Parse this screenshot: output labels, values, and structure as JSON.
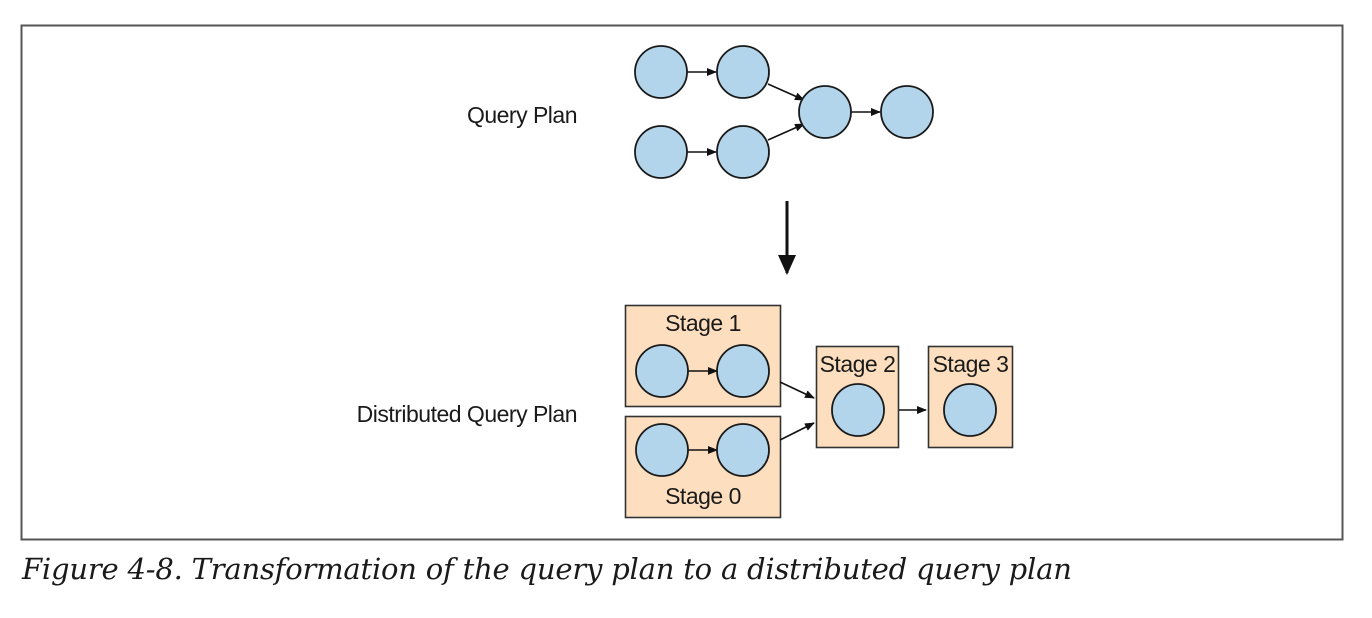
{
  "figure": {
    "caption": "Figure 4-8. Transformation of the query plan to a distributed query plan",
    "colors": {
      "frame": "#555555",
      "node_fill": "#b3d5ec",
      "node_stroke": "#1a1a1a",
      "stage_fill": "#fddfbf",
      "stage_stroke": "#333333",
      "edge": "#111111"
    }
  },
  "query_plan": {
    "label": "Query Plan",
    "nodes": [
      "q1",
      "q2",
      "q3",
      "q4",
      "q5",
      "q6"
    ],
    "edges": [
      [
        "q1",
        "q2"
      ],
      [
        "q3",
        "q4"
      ],
      [
        "q2",
        "q5"
      ],
      [
        "q4",
        "q5"
      ],
      [
        "q5",
        "q6"
      ]
    ]
  },
  "transform_arrow": {
    "direction": "down"
  },
  "distributed_plan": {
    "label": "Distributed Query Plan",
    "stages": [
      {
        "id": "stage1",
        "label": "Stage 1",
        "nodes": [
          "s1a",
          "s1b"
        ]
      },
      {
        "id": "stage0",
        "label": "Stage 0",
        "nodes": [
          "s0a",
          "s0b"
        ]
      },
      {
        "id": "stage2",
        "label": "Stage 2",
        "nodes": [
          "s2a"
        ]
      },
      {
        "id": "stage3",
        "label": "Stage 3",
        "nodes": [
          "s3a"
        ]
      }
    ],
    "edges": [
      [
        "s1a",
        "s1b"
      ],
      [
        "s0a",
        "s0b"
      ],
      [
        "s1b",
        "s2a"
      ],
      [
        "s0b",
        "s2a"
      ],
      [
        "s2a",
        "s3a"
      ]
    ]
  }
}
